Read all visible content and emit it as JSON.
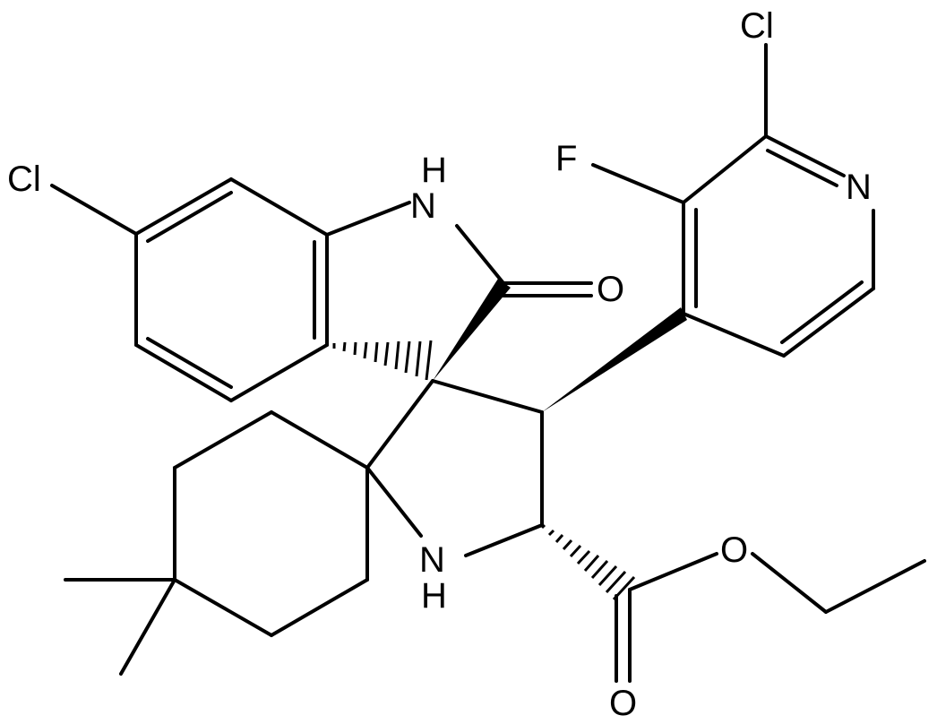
{
  "molecule": {
    "atom_labels": {
      "cl_indole": "Cl",
      "nh_indole_n": "N",
      "nh_indole_h": "H",
      "o_lactam": "O",
      "cl_pyridine": "Cl",
      "f_pyridine": "F",
      "n_pyridine": "N",
      "nh_pyrrolidine_n": "N",
      "nh_pyrrolidine_h": "H",
      "o_ester": "O",
      "o_carbonyl": "O"
    }
  }
}
